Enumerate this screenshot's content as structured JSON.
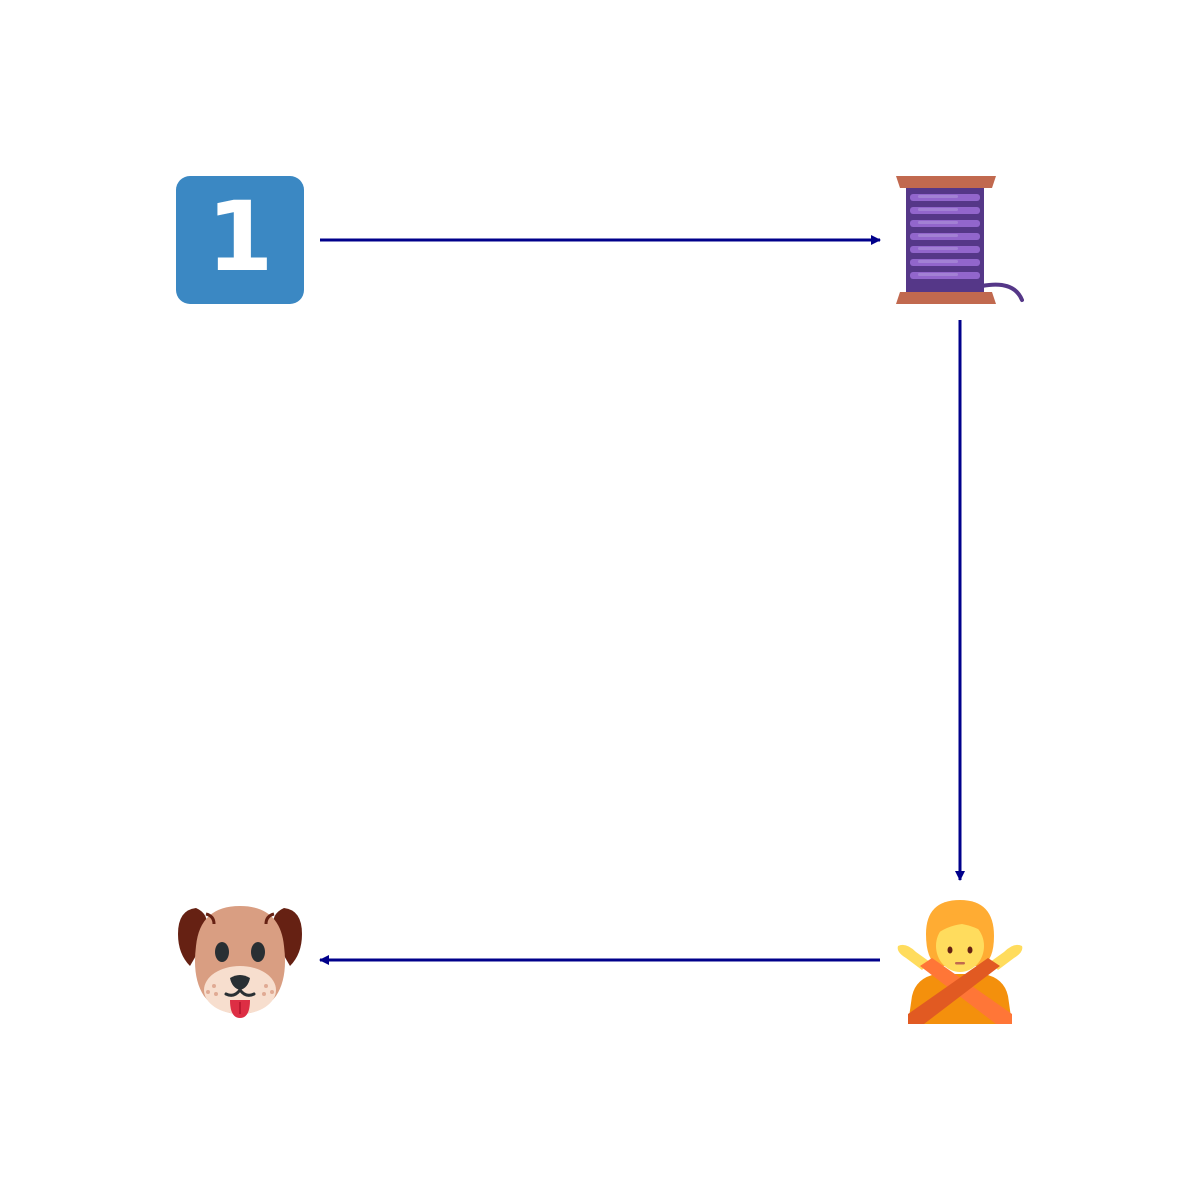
{
  "diagram": {
    "nodes": [
      {
        "id": "keycap-one",
        "icon": "keycap-digit-one-icon",
        "label": "1",
        "color": "#3B88C3"
      },
      {
        "id": "spool",
        "icon": "thread-spool-icon",
        "color": "#553788"
      },
      {
        "id": "person-gesturing-no",
        "icon": "person-gesturing-no-icon",
        "color": "#FFCC4D"
      },
      {
        "id": "dog-face",
        "icon": "dog-face-icon",
        "color": "#D99E82"
      }
    ],
    "edges": [
      {
        "from": "keycap-one",
        "to": "spool"
      },
      {
        "from": "spool",
        "to": "person-gesturing-no"
      },
      {
        "from": "person-gesturing-no",
        "to": "dog-face"
      }
    ],
    "edge_color": "#00008B"
  }
}
